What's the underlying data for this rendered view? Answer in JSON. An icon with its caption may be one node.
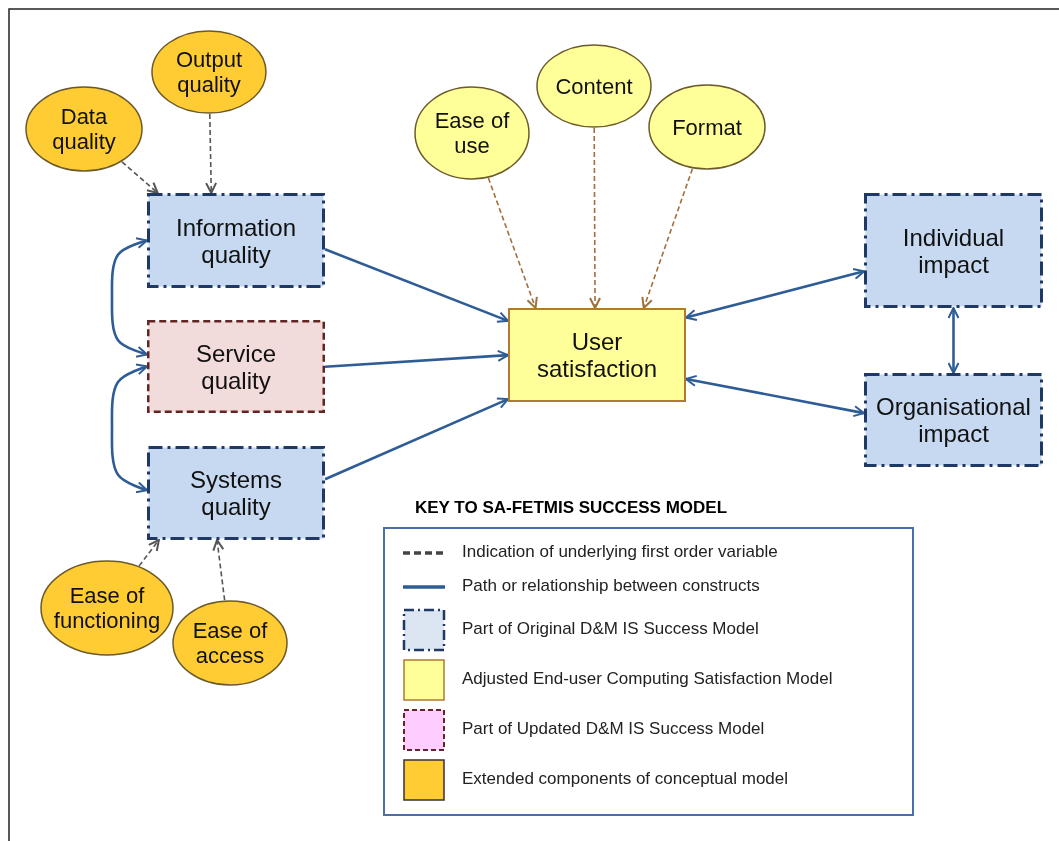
{
  "diagram": {
    "nodes": [
      {
        "text": [
          "Output quality"
        ]
      },
      {
        "text": [
          "Data quality"
        ]
      },
      {
        "text": [
          "Information quality"
        ]
      },
      {
        "text": [
          "Service quality"
        ]
      },
      {
        "text": [
          "Systems quality"
        ]
      },
      {
        "text": [
          "Ease of functioning"
        ]
      },
      {
        "text": [
          "Ease of access"
        ]
      },
      {
        "text": [
          "Ease of use"
        ]
      },
      {
        "text": [
          "Content"
        ]
      },
      {
        "text": [
          "Format"
        ]
      },
      {
        "text": [
          "User satisfaction"
        ]
      },
      {
        "text": [
          "Individual impact"
        ]
      },
      {
        "text": [
          "Organisational impact"
        ]
      }
    ],
    "edges": [
      {
        "from": 0,
        "to": 2,
        "arrow": "to",
        "style": "dashed",
        "color": "#555555"
      },
      {
        "from": 1,
        "to": 2,
        "arrow": "to",
        "style": "dashed",
        "color": "#555555"
      },
      {
        "from": 2,
        "to": 3,
        "arrow": "both"
      },
      {
        "from": 3,
        "to": 4,
        "arrow": "both"
      },
      {
        "from": 5,
        "to": 4,
        "arrow": "to",
        "style": "dashed",
        "color": "#555555"
      },
      {
        "from": 6,
        "to": 4,
        "arrow": "to",
        "style": "dashed",
        "color": "#555555"
      },
      {
        "from": 7,
        "to": 10,
        "arrow": "to",
        "style": "dashed",
        "color": "#a0703c"
      },
      {
        "from": 8,
        "to": 10,
        "arrow": "to",
        "style": "dashed",
        "color": "#a0703c"
      },
      {
        "from": 9,
        "to": 10,
        "arrow": "to",
        "style": "dashed",
        "color": "#a0703c"
      },
      {
        "from": 2,
        "to": 10,
        "arrow": "to"
      },
      {
        "from": 3,
        "to": 10,
        "arrow": "to"
      },
      {
        "from": 4,
        "to": 10,
        "arrow": "to"
      },
      {
        "from": 10,
        "to": 11,
        "arrow": "both"
      },
      {
        "from": 10,
        "to": 12,
        "arrow": "both"
      },
      {
        "from": 11,
        "to": 12,
        "arrow": "both"
      }
    ],
    "labels": [
      "KEY TO SA-FETMIS SUCCESS MODEL"
    ],
    "legend": [
      {
        "text": "Indication of underlying first order variable"
      },
      {
        "text": "Path or relationship between constructs"
      },
      {
        "text": "Part of Original D&M IS Success Model",
        "color": "#dce6f2"
      },
      {
        "text": "Adjusted End-user Computing Satisfaction Model",
        "color": "#ffff99"
      },
      {
        "text": "Part of Updated D&M IS Success Model",
        "color": "#ffccff"
      },
      {
        "text": "Extended components of conceptual model",
        "color": "#ffcc33"
      }
    ]
  }
}
